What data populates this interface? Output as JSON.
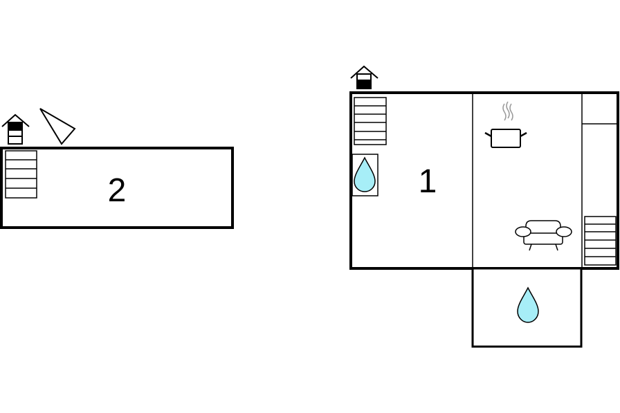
{
  "floorplan": {
    "colors": {
      "wall": "#000000",
      "background": "#ffffff",
      "water": "#a7eef7",
      "steam": "#9a9a9a"
    },
    "rooms": [
      {
        "id": "room-2",
        "label": "2"
      },
      {
        "id": "room-1",
        "label": "1"
      }
    ],
    "icons": [
      "house-icon",
      "compass-icon",
      "stairs-icon",
      "water-drop-icon",
      "cooking-pot-icon",
      "sofa-icon"
    ]
  }
}
